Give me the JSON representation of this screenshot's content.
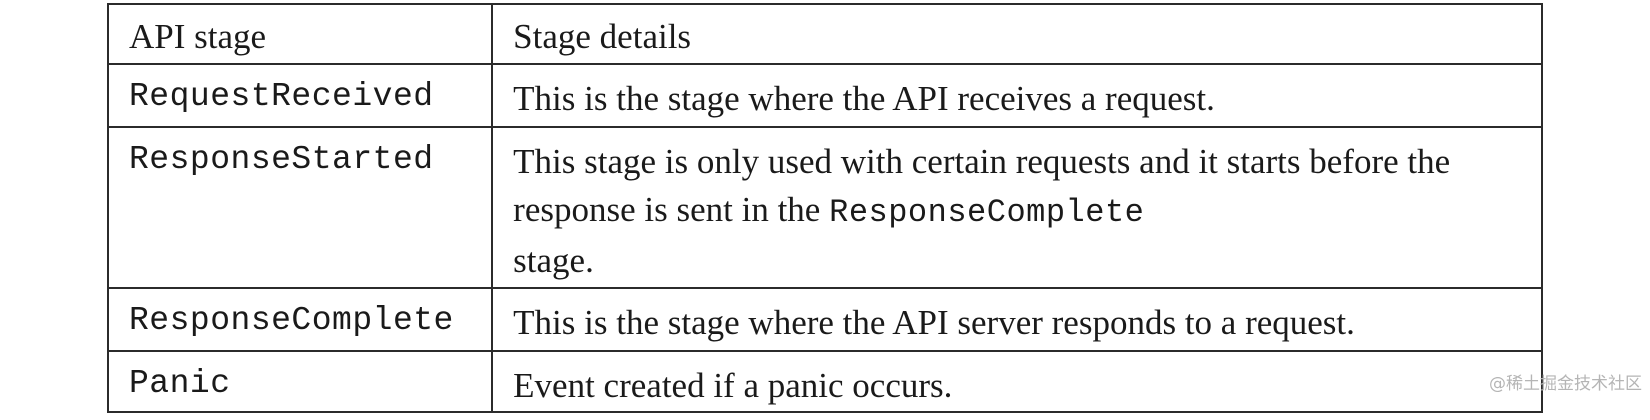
{
  "table": {
    "headers": [
      "API stage",
      "Stage details"
    ],
    "rows": [
      {
        "stage": "RequestReceived",
        "details": "This is the stage where the API receives a request."
      },
      {
        "stage": "ResponseStarted",
        "details_part1": "This stage is only used with certain requests and it starts before the response is sent in the",
        "details_code": "ResponseComplete",
        "details_part2": "stage."
      },
      {
        "stage": "ResponseComplete",
        "details": "This is the stage where the API server responds to a request."
      },
      {
        "stage": "Panic",
        "details": "Event created if a panic occurs."
      }
    ]
  },
  "watermark": "@稀土掘金技术社区"
}
